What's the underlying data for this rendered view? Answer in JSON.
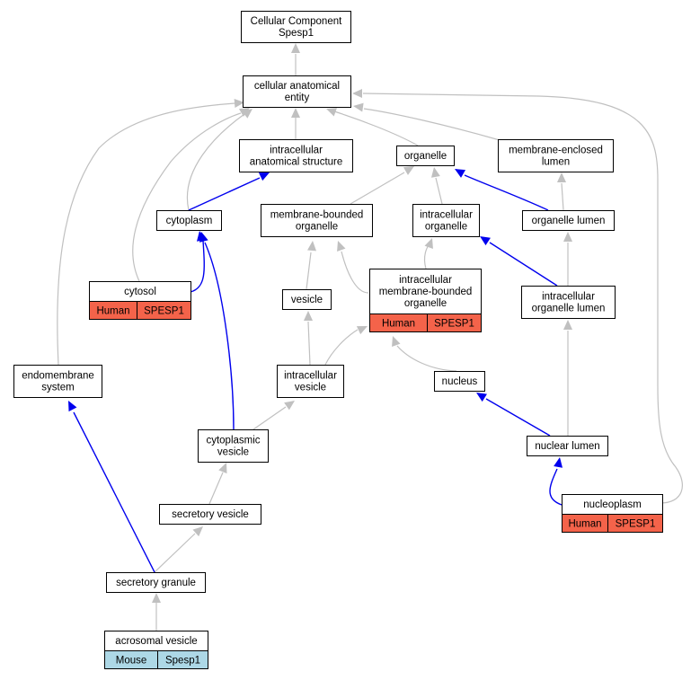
{
  "diagram": {
    "colors": {
      "human_cell": "#f4634a",
      "mouse_cell": "#add8e6",
      "is_a_edge": "#c0c0c0",
      "part_of_edge": "#0000ee"
    },
    "nodes": {
      "root": [
        "Cellular Component",
        "Spesp1"
      ],
      "cae": [
        "cellular anatomical",
        "entity"
      ],
      "ias": [
        "intracellular",
        "anatomical structure"
      ],
      "organelle": [
        "organelle"
      ],
      "mel": [
        "membrane-enclosed",
        "lumen"
      ],
      "cytoplasm": [
        "cytoplasm"
      ],
      "mbo": [
        "membrane-bounded",
        "organelle"
      ],
      "io": [
        "intracellular",
        "organelle"
      ],
      "ol": [
        "organelle lumen"
      ],
      "cytosol": [
        "cytosol"
      ],
      "vesicle": [
        "vesicle"
      ],
      "imbo": [
        "intracellular",
        "membrane-bounded",
        "organelle"
      ],
      "iol": [
        "intracellular",
        "organelle lumen"
      ],
      "es": [
        "endomembrane",
        "system"
      ],
      "iv": [
        "intracellular",
        "vesicle"
      ],
      "nucleus": [
        "nucleus"
      ],
      "cv": [
        "cytoplasmic",
        "vesicle"
      ],
      "nl": [
        "nuclear lumen"
      ],
      "sv": [
        "secretory vesicle"
      ],
      "np": [
        "nucleoplasm"
      ],
      "sg": [
        "secretory granule"
      ],
      "av": [
        "acrosomal vesicle"
      ]
    },
    "annotations": {
      "cytosol": [
        "Human",
        "SPESP1"
      ],
      "imbo": [
        "Human",
        "SPESP1"
      ],
      "np": [
        "Human",
        "SPESP1"
      ],
      "av": [
        "Mouse",
        "Spesp1"
      ]
    }
  }
}
